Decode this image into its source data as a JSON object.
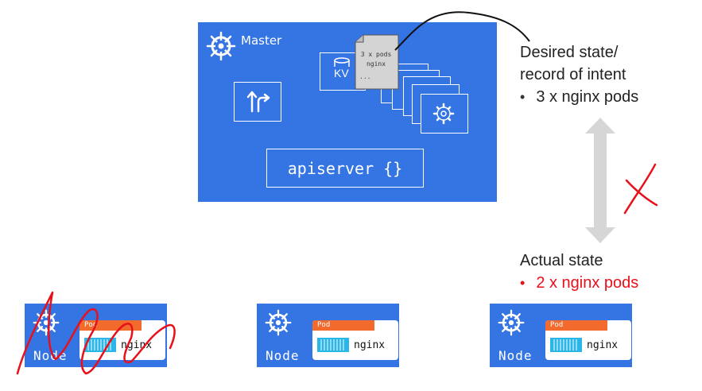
{
  "master": {
    "label": "Master",
    "kv_label": "KV",
    "apiserver_label": "apiserver {}",
    "doc_lines": [
      "3 x pods",
      "nginx"
    ],
    "doc_ellipsis": "..."
  },
  "desired": {
    "title_line1": "Desired state/",
    "title_line2": "record of intent",
    "bullet": "3 x nginx pods"
  },
  "actual": {
    "title": "Actual state",
    "bullet": "2 x nginx pods"
  },
  "nodes": [
    {
      "label": "Node",
      "pod_tag": "Pod",
      "pod_label": "nginx",
      "crossed_out": true
    },
    {
      "label": "Node",
      "pod_tag": "Pod",
      "pod_label": "nginx",
      "crossed_out": false
    },
    {
      "label": "Node",
      "pod_tag": "Pod",
      "pod_label": "nginx",
      "crossed_out": false
    }
  ],
  "colors": {
    "kube_blue": "#3574e3",
    "pod_orange": "#f26a2c",
    "container_cyan": "#2bb6e8",
    "alert_red": "#e8101a",
    "arrow_gray": "#d6d6d6"
  },
  "icons": [
    "kubernetes-helm-icon",
    "router-arrows-icon",
    "database-icon",
    "gear-icon",
    "container-icon",
    "document-icon"
  ]
}
